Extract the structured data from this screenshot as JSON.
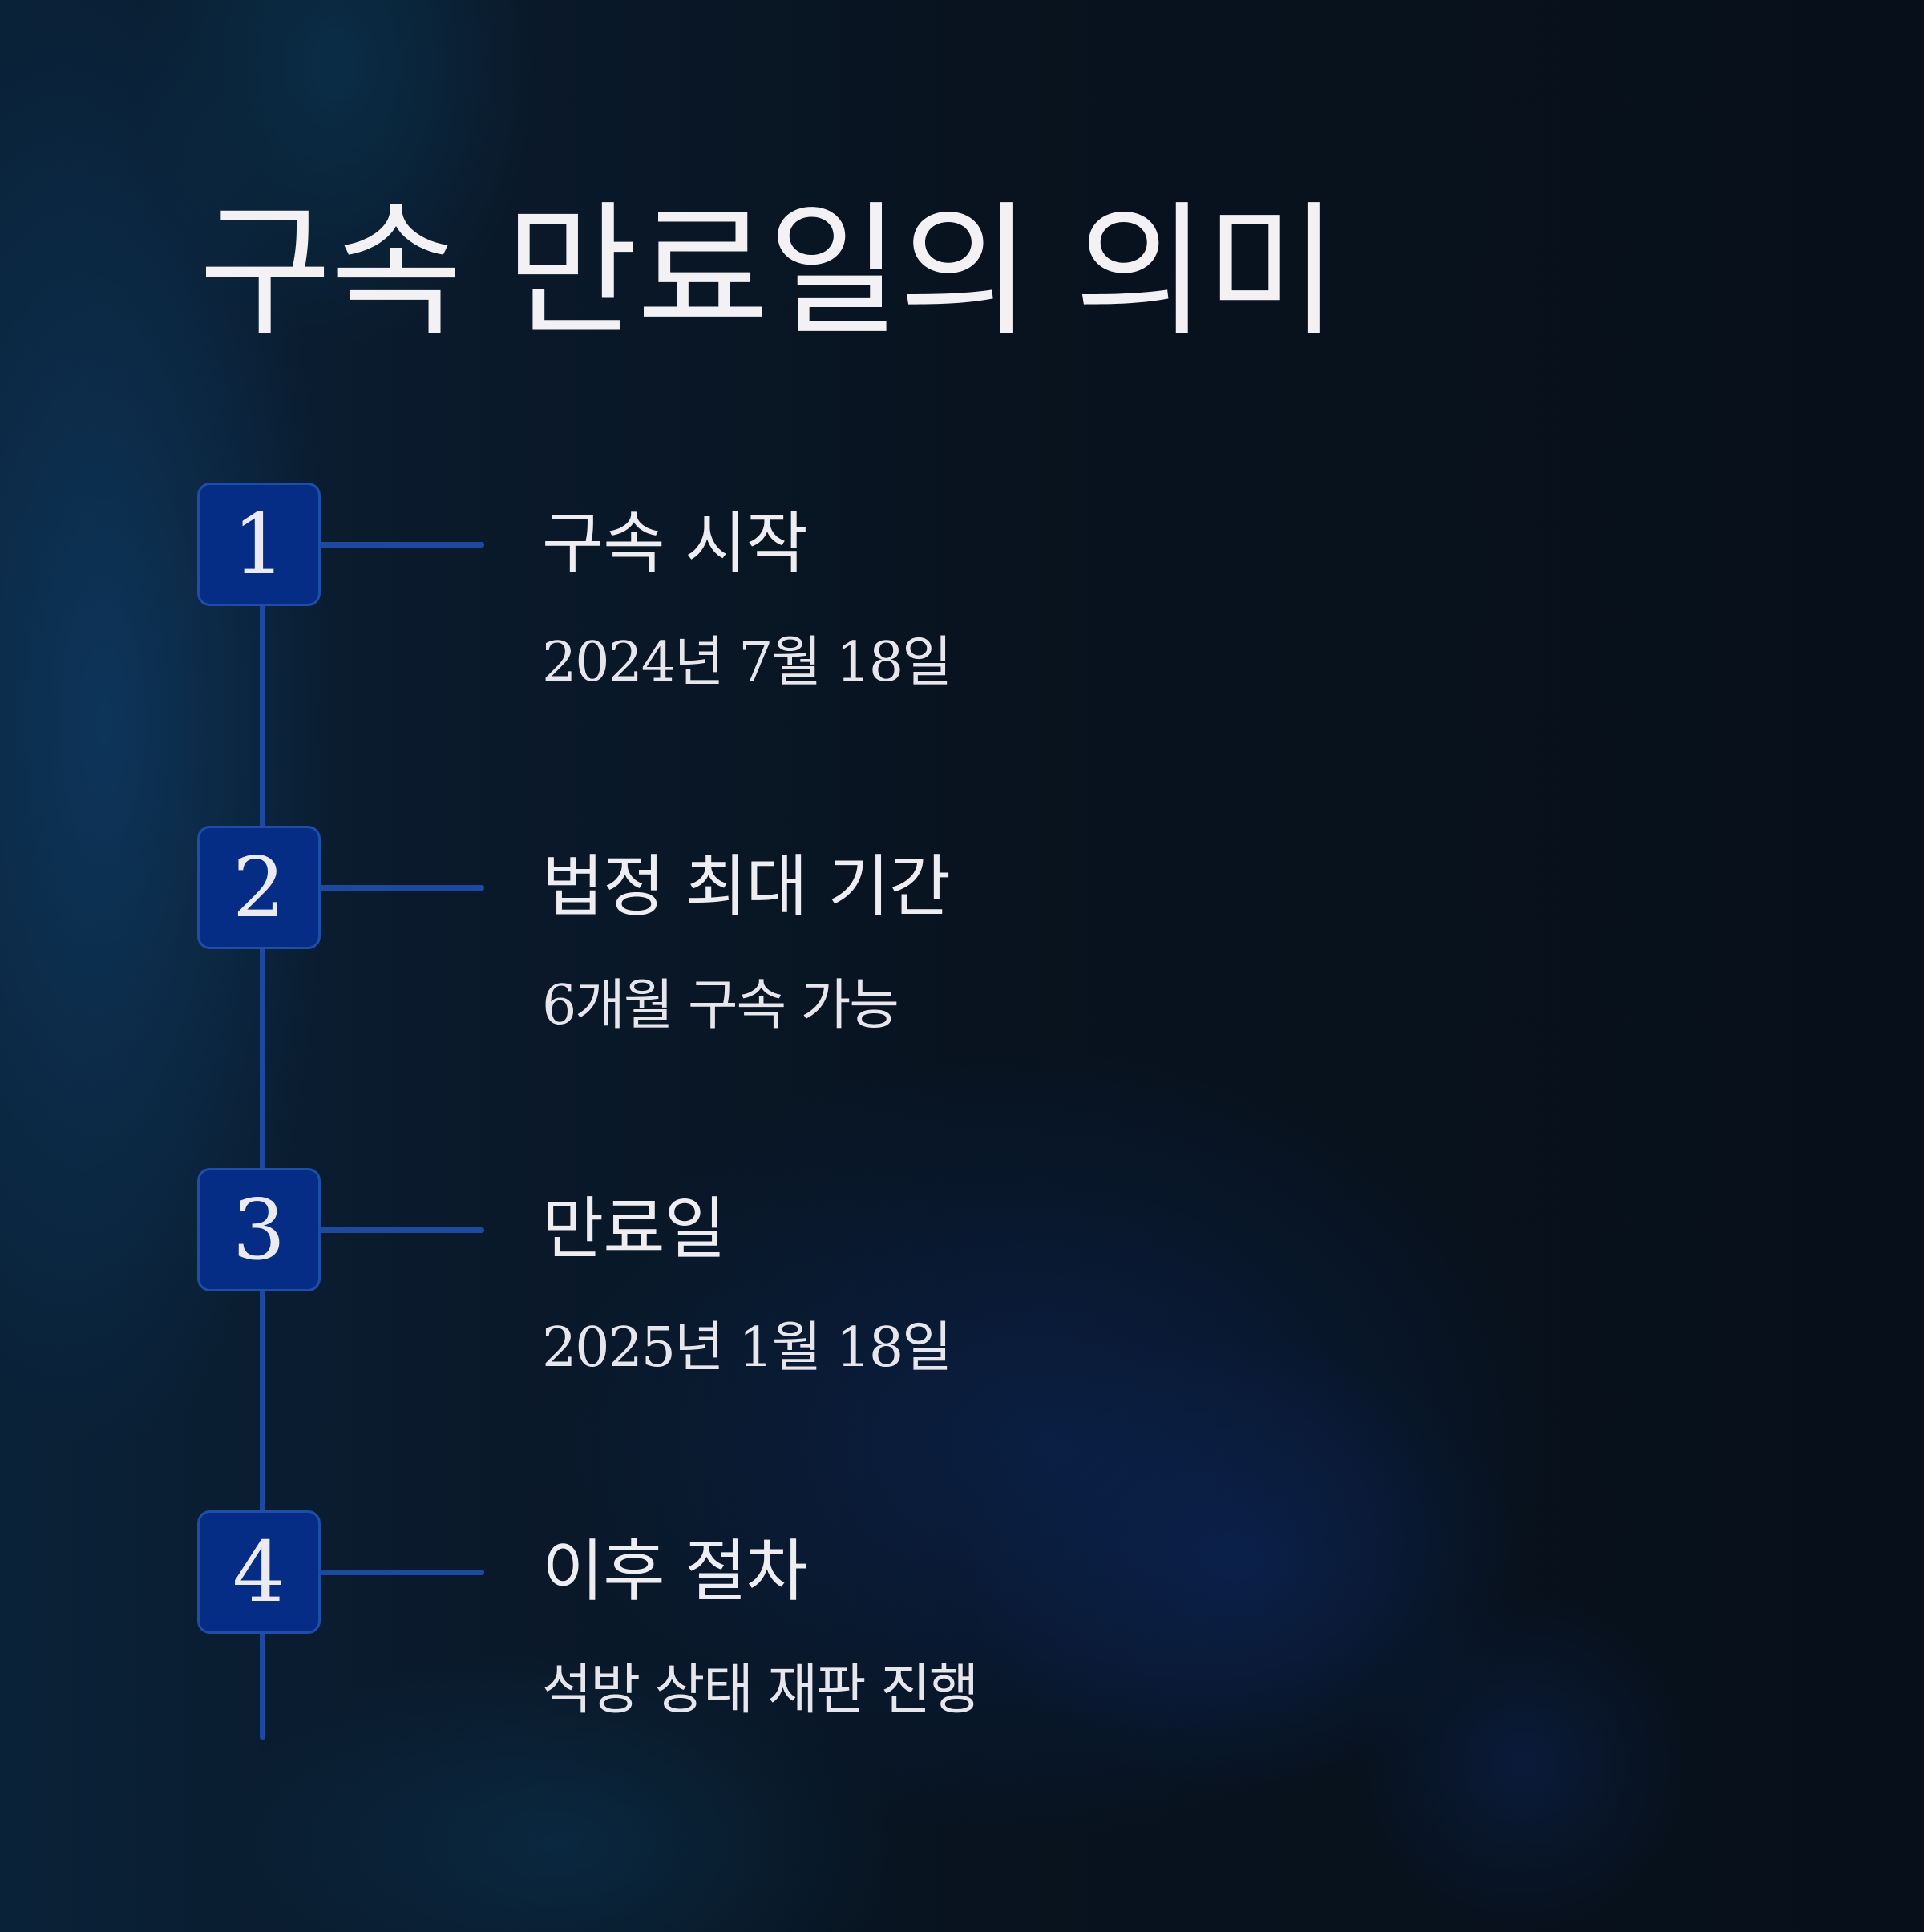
{
  "title": "구속 만료일의 의미",
  "steps": [
    {
      "number": "1",
      "heading": "구속 시작",
      "detail": "2024년 7월 18일"
    },
    {
      "number": "2",
      "heading": "법정 최대 기간",
      "detail": "6개월 구속 가능"
    },
    {
      "number": "3",
      "heading": "만료일",
      "detail": "2025년 1월 18일"
    },
    {
      "number": "4",
      "heading": "이후 절차",
      "detail": "석방 상태 재판 진행"
    }
  ],
  "colors": {
    "background": "#08111d",
    "accent": "#1d49a0",
    "badge": "#052d85",
    "text": "#eeedf1"
  }
}
